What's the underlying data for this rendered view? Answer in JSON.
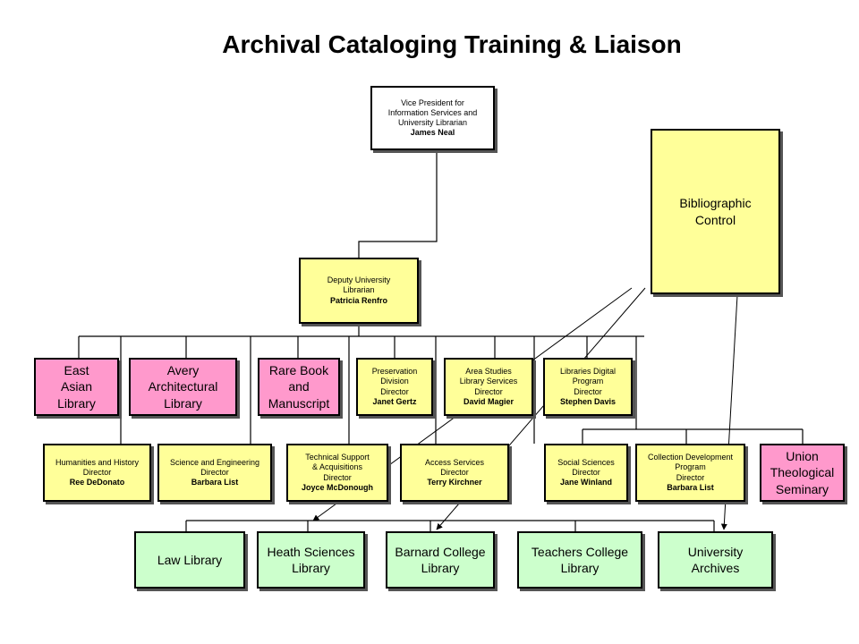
{
  "title": "Archival Cataloging Training & Liaison",
  "vp": {
    "lines": [
      "Vice President for",
      "Information Services and",
      "University Librarian"
    ],
    "name": "James Neal"
  },
  "deputy": {
    "lines": [
      "Deputy University",
      "Librarian"
    ],
    "name": "Patricia Renfro"
  },
  "bib": {
    "lines": [
      "Bibliographic",
      "Control"
    ]
  },
  "row1": [
    {
      "id": "east-asian-library",
      "lines": [
        "East",
        "Asian",
        "Library"
      ],
      "name": ""
    },
    {
      "id": "avery-architectural-library",
      "lines": [
        "Avery",
        "Architectural",
        "Library"
      ],
      "name": ""
    },
    {
      "id": "rare-book-and-manuscript",
      "lines": [
        "Rare Book",
        "and",
        "Manuscript"
      ],
      "name": ""
    },
    {
      "id": "preservation-division",
      "lines": [
        "Preservation",
        "Division",
        "Director"
      ],
      "name": "Janet Gertz"
    },
    {
      "id": "area-studies-library-services",
      "lines": [
        "Area Studies",
        "Library Services",
        "Director"
      ],
      "name": "David Magier"
    },
    {
      "id": "libraries-digital-program",
      "lines": [
        "Libraries Digital",
        "Program",
        "Director"
      ],
      "name": "Stephen Davis"
    }
  ],
  "row2": [
    {
      "id": "humanities-and-history",
      "lines": [
        "Humanities and History",
        "Director"
      ],
      "name": "Ree DeDonato"
    },
    {
      "id": "science-and-engineering",
      "lines": [
        "Science and Engineering",
        "Director"
      ],
      "name": "Barbara List"
    },
    {
      "id": "technical-support-acquisitions",
      "lines": [
        "Technical Support",
        "& Acquisitions",
        "Director"
      ],
      "name": "Joyce McDonough"
    },
    {
      "id": "access-services",
      "lines": [
        "Access Services",
        "Director"
      ],
      "name": "Terry Kirchner"
    },
    {
      "id": "social-sciences",
      "lines": [
        "Social Sciences",
        "Director"
      ],
      "name": "Jane Winland"
    },
    {
      "id": "collection-development-program",
      "lines": [
        "Collection Development",
        "Program",
        "Director"
      ],
      "name": "Barbara List"
    },
    {
      "id": "union-theological-seminary",
      "lines": [
        "Union",
        "Theological",
        "Seminary"
      ],
      "name": ""
    }
  ],
  "row3": [
    {
      "id": "law-library",
      "lines": [
        "Law Library"
      ]
    },
    {
      "id": "heath-sciences-library",
      "lines": [
        "Heath Sciences",
        "Library"
      ]
    },
    {
      "id": "barnard-college-library",
      "lines": [
        "Barnard College",
        "Library"
      ]
    },
    {
      "id": "teachers-college-library",
      "lines": [
        "Teachers College",
        "Library"
      ]
    },
    {
      "id": "university-archives",
      "lines": [
        "University",
        "Archives"
      ]
    }
  ]
}
